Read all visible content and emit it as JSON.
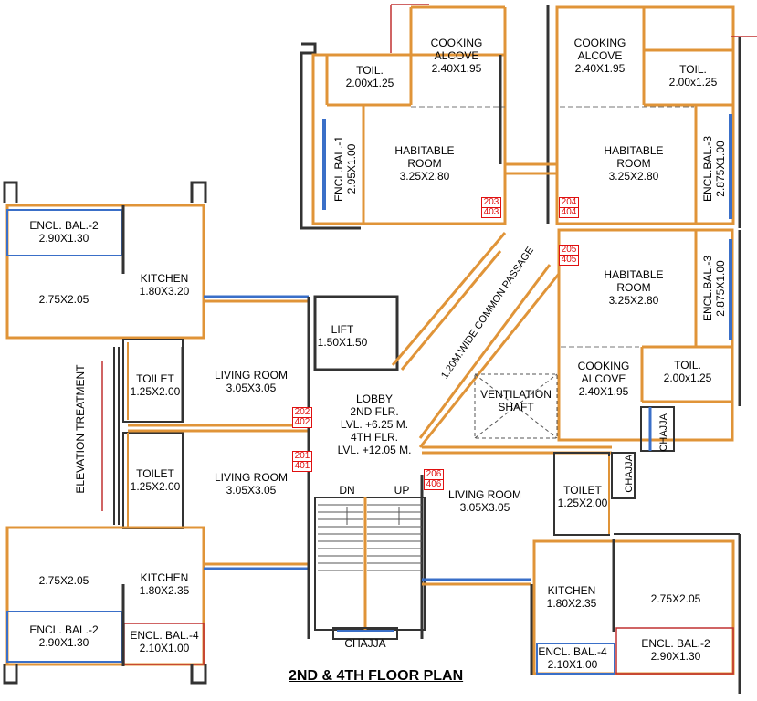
{
  "title": "2ND & 4TH FLOOR PLAN",
  "colors": {
    "wall": "#333333",
    "inner_wall": "#e09438",
    "window": "#3a6fc8",
    "balcony": "#c03030",
    "unit_tag": "#e01010"
  },
  "rooms": {
    "cooking_203": [
      "COOKING",
      "ALCOVE",
      "2.40X1.95"
    ],
    "toil_203": [
      "TOIL.",
      "2.00x1.25"
    ],
    "habitable_203": [
      "HABITABLE",
      "ROOM",
      "3.25X2.80"
    ],
    "encl_bal_1": [
      "ENCL.BAL.-1",
      "2.95X1.00"
    ],
    "cooking_204": [
      "COOKING",
      "ALCOVE",
      "2.40X1.95"
    ],
    "toil_204": [
      "TOIL.",
      "2.00x1.25"
    ],
    "habitable_204": [
      "HABITABLE",
      "ROOM",
      "3.25X2.80"
    ],
    "encl_bal_3a": [
      "ENCL.BAL.-3",
      "2.875X1.00"
    ],
    "habitable_205": [
      "HABITABLE",
      "ROOM",
      "3.25X2.80"
    ],
    "encl_bal_3b": [
      "ENCL.BAL.-3",
      "2.875X1.00"
    ],
    "cooking_205": [
      "COOKING",
      "ALCOVE",
      "2.40X1.95"
    ],
    "toil_205": [
      "TOIL.",
      "2.00x1.25"
    ],
    "ventilation": [
      "VENTILATION",
      "SHAFT"
    ],
    "chajja_right1": "CHAJJA",
    "chajja_right2": "CHAJJA",
    "encl_bal_2_202": [
      "ENCL. BAL.-2",
      "2.90X1.30"
    ],
    "kitchen_202": [
      "KITCHEN",
      "1.80X3.20"
    ],
    "room_202": "2.75X2.05",
    "lift": [
      "LIFT",
      "1.50X1.50"
    ],
    "passage": "1.20M.WIDE COMMON PASSAGE",
    "toilet_202": [
      "TOILET",
      "1.25X2.00"
    ],
    "living_202": [
      "LIVING ROOM",
      "3.05X3.05"
    ],
    "lobby": [
      "LOBBY",
      "2ND FLR.",
      "LVL. +6.25 M.",
      "4TH FLR.",
      "LVL. +12.05 M."
    ],
    "elevation": "ELEVATION TREATMENT",
    "toilet_201": [
      "TOILET",
      "1.25X2.00"
    ],
    "living_201": [
      "LIVING ROOM",
      "3.05X3.05"
    ],
    "dn": "DN",
    "up": "UP",
    "living_206": [
      "LIVING ROOM",
      "3.05X3.05"
    ],
    "toilet_206": [
      "TOILET",
      "1.25X2.00"
    ],
    "room_201": "2.75X2.05",
    "kitchen_201": [
      "KITCHEN",
      "1.80X2.35"
    ],
    "encl_bal_2_201": [
      "ENCL. BAL.-2",
      "2.90X1.30"
    ],
    "encl_bal_4_201": [
      "ENCL. BAL.-4",
      "2.10X1.00"
    ],
    "chajja_stair": "CHAJJA",
    "kitchen_206": [
      "KITCHEN",
      "1.80X2.35"
    ],
    "room_206": "2.75X2.05",
    "encl_bal_4_206": [
      "ENCL. BAL.-4",
      "2.10X1.00"
    ],
    "encl_bal_2_206": [
      "ENCL. BAL.-2",
      "2.90X1.30"
    ]
  },
  "unit_tags": {
    "u203": [
      "203",
      "403"
    ],
    "u204": [
      "204",
      "404"
    ],
    "u205": [
      "205",
      "405"
    ],
    "u202": [
      "202",
      "402"
    ],
    "u201": [
      "201",
      "401"
    ],
    "u206": [
      "206",
      "406"
    ]
  }
}
